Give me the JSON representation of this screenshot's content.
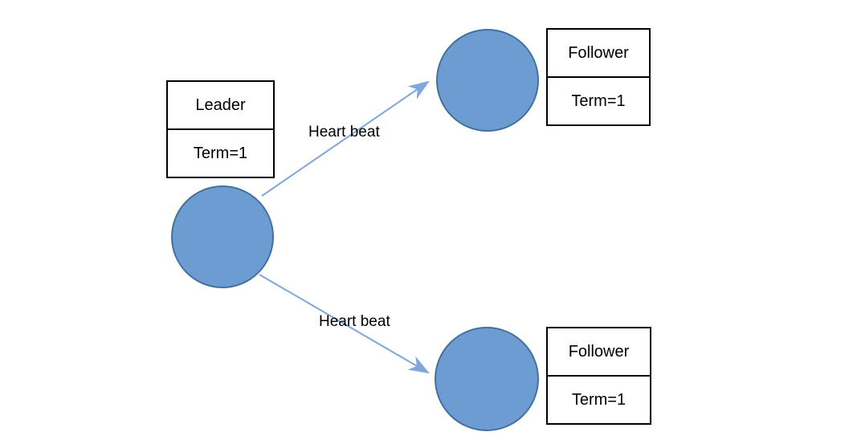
{
  "diagram": {
    "title_hint": "leader-follower heartbeat diagram",
    "colors": {
      "node-fill": "#6D9CD3",
      "node-border": "#41719C",
      "arrow": "#7FA7DC",
      "box-border": "#000000",
      "text": "#000000",
      "bg": "#ffffff"
    },
    "leader": {
      "role": "Leader",
      "term": "Term=1"
    },
    "followers": [
      {
        "role": "Follower",
        "term": "Term=1"
      },
      {
        "role": "Follower",
        "term": "Term=1"
      }
    ],
    "edges": [
      {
        "label": "Heart beat"
      },
      {
        "label": "Heart beat"
      }
    ]
  }
}
